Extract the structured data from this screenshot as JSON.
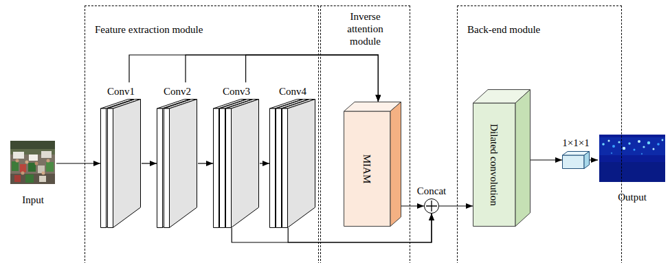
{
  "diagram": {
    "nodes": [
      {
        "text": [
          "Input"
        ]
      },
      {
        "text": [
          "Feature extraction module"
        ]
      },
      {
        "text": [
          "Conv1"
        ],
        "in": 1
      },
      {
        "text": [
          "Conv2"
        ],
        "in": 1
      },
      {
        "text": [
          "Conv3"
        ],
        "in": 1
      },
      {
        "text": [
          "Conv4"
        ],
        "in": 1
      },
      {
        "text": [
          "Inverse attention module"
        ]
      },
      {
        "text": [
          "MIAM"
        ],
        "in": 6
      },
      {
        "text": [
          "Concat"
        ]
      },
      {
        "text": [
          "Back-end module"
        ]
      },
      {
        "text": [
          "Dilated convolution"
        ],
        "in": 9
      },
      {
        "text": [
          "1×1×1"
        ],
        "in": 9
      },
      {
        "text": [
          "Output"
        ]
      }
    ],
    "edges": [
      {
        "from": 0,
        "to": 2,
        "arrow": "to"
      },
      {
        "from": 2,
        "to": 3,
        "arrow": "to"
      },
      {
        "from": 3,
        "to": 4,
        "arrow": "to"
      },
      {
        "from": 4,
        "to": 5,
        "arrow": "to"
      },
      {
        "from": 2,
        "to": 7,
        "arrow": "to"
      },
      {
        "from": 3,
        "to": 7,
        "arrow": "to"
      },
      {
        "from": 4,
        "to": 7,
        "arrow": "to"
      },
      {
        "from": 7,
        "to": 8,
        "arrow": "to"
      },
      {
        "from": 4,
        "to": 8,
        "arrow": "to"
      },
      {
        "from": 5,
        "to": 8,
        "arrow": "to"
      },
      {
        "from": 8,
        "to": 10,
        "arrow": "to"
      },
      {
        "from": 10,
        "to": 11,
        "arrow": "to"
      },
      {
        "from": 11,
        "to": 12,
        "arrow": "to"
      }
    ]
  }
}
